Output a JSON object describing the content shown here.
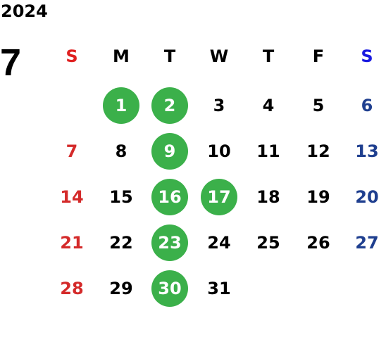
{
  "calendar": {
    "year": "2024",
    "month": "7",
    "weekdays": [
      "S",
      "M",
      "T",
      "W",
      "T",
      "F",
      "S"
    ],
    "weekday_colors": [
      "#e02020",
      "#000000",
      "#000000",
      "#000000",
      "#000000",
      "#000000",
      "#1a1ae0"
    ],
    "colors": {
      "sunday": "#d42a2a",
      "saturday": "#1f3f8f",
      "weekday": "#000000",
      "marked_bg": "#3bb04a",
      "marked_text": "#ffffff"
    },
    "first_weekday_index": 1,
    "days_in_month": 31,
    "marked_days": [
      1,
      2,
      9,
      16,
      17,
      23,
      30
    ]
  }
}
